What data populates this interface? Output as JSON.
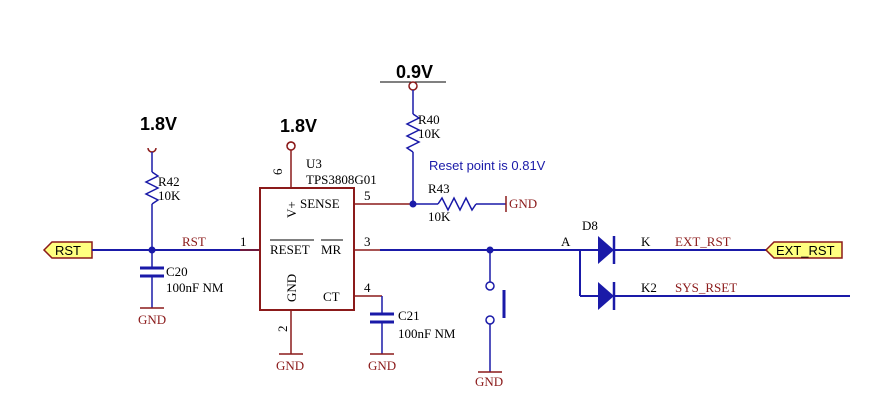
{
  "rails": {
    "v18_left": "1.8V",
    "v18_mid": "1.8V",
    "v09": "0.9V"
  },
  "ports": {
    "rst": "RST",
    "ext_rst": "EXT_RST"
  },
  "nets": {
    "rst": "RST",
    "ext_rst": "EXT_RST",
    "sys_rset": "SYS_RSET"
  },
  "ic": {
    "ref": "U3",
    "part": "TPS3808G01",
    "pin_vplus": "V+",
    "pin_sense": "SENSE",
    "pin_reset": "RESET",
    "pin_mr": "MR",
    "pin_gnd": "GND",
    "pin_ct": "CT",
    "pin1": "1",
    "pin2": "2",
    "pin3": "3",
    "pin4": "4",
    "pin5": "5",
    "pin6": "6"
  },
  "r42": {
    "ref": "R42",
    "value": "10K"
  },
  "r40": {
    "ref": "R40",
    "value": "10K"
  },
  "r43": {
    "ref": "R43",
    "value": "10K"
  },
  "c20": {
    "ref": "C20",
    "value": "100nF NM"
  },
  "c21": {
    "ref": "C21",
    "value": "100nF NM"
  },
  "d8": {
    "ref": "D8",
    "pin_a": "A",
    "pin_k": "K",
    "pin_k2": "K2"
  },
  "gnd": {
    "label": "GND"
  },
  "note": "Reset point is 0.81V"
}
